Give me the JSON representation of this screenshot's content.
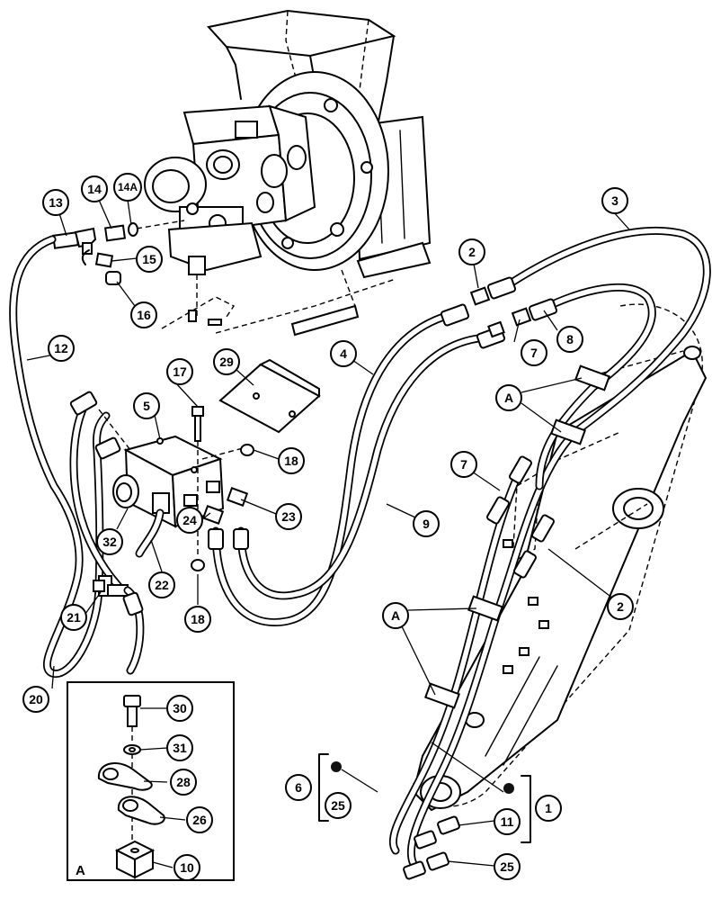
{
  "diagram": {
    "callouts": [
      "1",
      "2",
      "2",
      "3",
      "4",
      "5",
      "6",
      "7",
      "7",
      "8",
      "9",
      "10",
      "11",
      "12",
      "13",
      "14",
      "14A",
      "15",
      "16",
      "17",
      "18",
      "18",
      "20",
      "21",
      "22",
      "23",
      "24",
      "25",
      "25",
      "26",
      "28",
      "29",
      "30",
      "31",
      "32",
      "A",
      "A",
      "A"
    ],
    "detail_label": "A"
  }
}
